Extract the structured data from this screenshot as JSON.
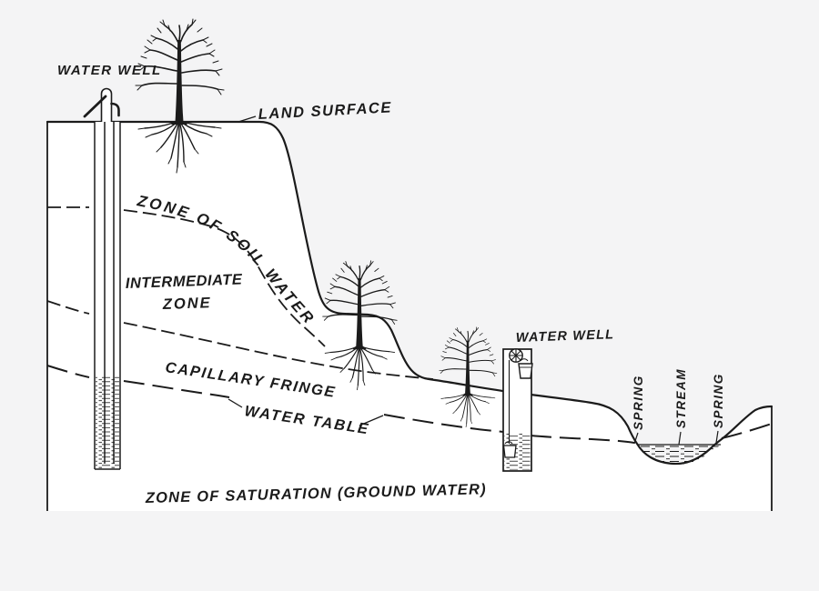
{
  "figure": {
    "colors": {
      "background": "#f4f4f5",
      "paper": "#ffffff",
      "ink": "#1b1b1b"
    },
    "labels": {
      "well_left": "WATER WELL",
      "well_right": "WATER WELL",
      "land_surface": "LAND SURFACE",
      "zone_of_soil_water": "ZONE OF SOIL WATER",
      "intermediate_zone_line1": "INTERMEDIATE",
      "intermediate_zone_line2": "ZONE",
      "capillary_fringe": "CAPILLARY FRINGE",
      "water_table": "WATER TABLE",
      "zone_of_saturation": "ZONE OF SATURATION (GROUND WATER)",
      "spring_left": "SPRING",
      "stream": "STREAM",
      "spring_right": "SPRING"
    }
  }
}
